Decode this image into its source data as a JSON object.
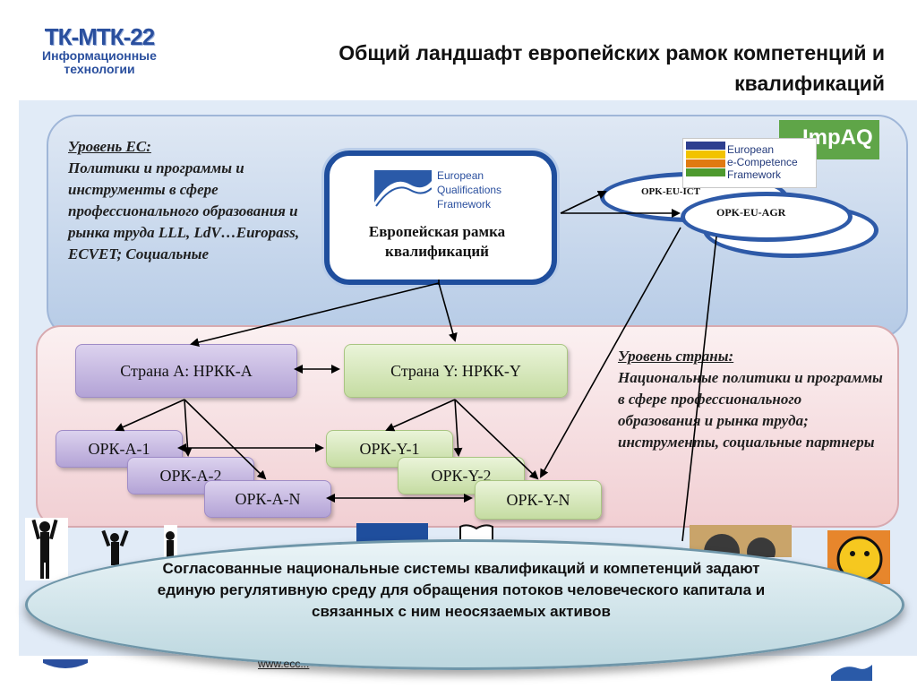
{
  "logo": {
    "line1": "ТК-МТК-22",
    "line2": "Информационные",
    "line3": "технологии"
  },
  "title": "Общий ландшафт европейских рамок компетенций и квалификаций",
  "eu_level": {
    "heading": "Уровень ЕС:",
    "text": "Политики и программы и инструменты в сфере профессионального образования и рынка труда LLL, LdV…Europass, ECVET; Социальные"
  },
  "eqf": {
    "logo_text": [
      "European",
      "Qualifications",
      "Framework"
    ],
    "caption": "Европейская рамка квалификаций"
  },
  "ecf": {
    "logo_text": [
      "European",
      "e-Competence",
      "Framework"
    ]
  },
  "impaq": {
    "text": "ImpAQ"
  },
  "opk_eu": {
    "back_label": "OPK-EU-ICT",
    "front_label": "OPK-EU-AGR"
  },
  "country_level": {
    "heading": "Уровень страны:",
    "text": "Национальные политики и программы в сфере профессионального образования и рынка труда; инструменты, социальные партнеры"
  },
  "nodes": {
    "country_a": "Страна А: НРКК-А",
    "country_y": "Страна Y: НРКК-Y",
    "opk_a1": "ОРК-А-1",
    "opk_a2": "ОРК-А-2",
    "opk_an": "ОРК-А-N",
    "opk_y1": "ОРК-Y-1",
    "opk_y2": "ОРК-Y-2",
    "opk_yn": "ОРК-Y-N"
  },
  "bubble": {
    "text": "Согласованные национальные системы квалификаций и компетенций задают единую регулятивную среду для обращения потоков человеческого капитала и связанных с ним неосязаемых активов"
  },
  "footer": {
    "link": "www.ecc..."
  },
  "colors": {
    "navy": "#1f4e9d",
    "eu_panel": "#b6cbe6",
    "country_panel": "#f1cfd3",
    "purple_node": "#b3a3d6",
    "green_node": "#c5dca2",
    "bubble": "#bcd7df"
  }
}
